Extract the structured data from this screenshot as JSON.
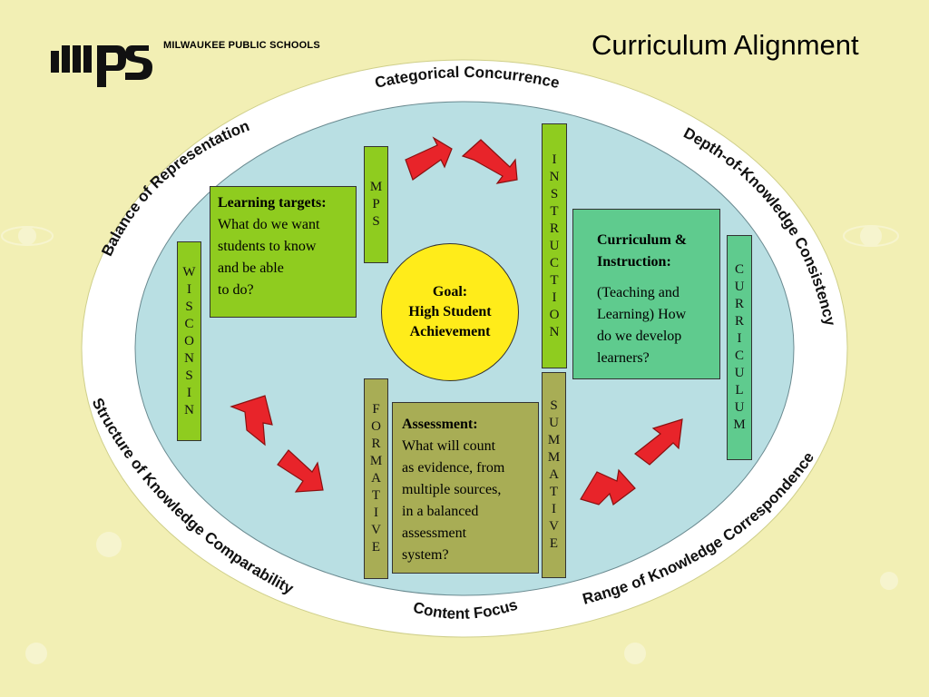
{
  "header": {
    "logo_text": "mps",
    "org_name": "MILWAUKEE PUBLIC SCHOOLS",
    "title": "Curriculum  Alignment"
  },
  "ring_labels": {
    "top": "Categorical Concurrence",
    "top_left": "Balance of Representation",
    "top_right": "Depth-of-Knowledge Consistency",
    "bottom_left": "Structure of Knowledge Comparability",
    "bottom": "Content Focus",
    "bottom_right": "Range of Knowledge Correspondence"
  },
  "vertical_labels": {
    "mps": [
      "M",
      "P",
      "S"
    ],
    "wisconsin": [
      "W",
      "I",
      "S",
      "C",
      "O",
      "N",
      "S",
      "I",
      "N"
    ],
    "instruction": [
      "I",
      "N",
      "S",
      "T",
      "R",
      "U",
      "C",
      "T",
      "I",
      "O",
      "N"
    ],
    "curriculum": [
      "C",
      "U",
      "R",
      "R",
      "I",
      "C",
      "U",
      "L",
      "U",
      "M"
    ],
    "formative": [
      "F",
      "O",
      "R",
      "M",
      "A",
      "T",
      "I",
      "V",
      "E"
    ],
    "summative": [
      "S",
      "U",
      "M",
      "M",
      "A",
      "T",
      "I",
      "V",
      "E"
    ]
  },
  "learning_targets": {
    "heading": "Learning targets:",
    "lines": [
      "What do we want",
      "students to know",
      "and be able",
      "to do?"
    ]
  },
  "curriculum_instruction": {
    "heading_1": "Curriculum &",
    "heading_2": "Instruction:",
    "lines": [
      "(Teaching and",
      "Learning) How",
      "do we develop",
      "learners?"
    ]
  },
  "assessment": {
    "heading": "Assessment:",
    "lines": [
      "What will count",
      "as evidence, from",
      "multiple sources,",
      "in a balanced",
      "assessment",
      "system?"
    ]
  },
  "goal": {
    "line_1": "Goal:",
    "line_2": "High Student",
    "line_3": "Achievement"
  },
  "colors": {
    "background": "#f2efb4",
    "ring": "#ffffff",
    "inner": "#b9dfe3",
    "green_box": "#8fcc1f",
    "olive_box": "#a8ad55",
    "teal_box": "#5fcb8e",
    "goal": "#ffec1a",
    "arrow": "#e8242a"
  },
  "icons": [
    "curved-arrow-icon"
  ]
}
